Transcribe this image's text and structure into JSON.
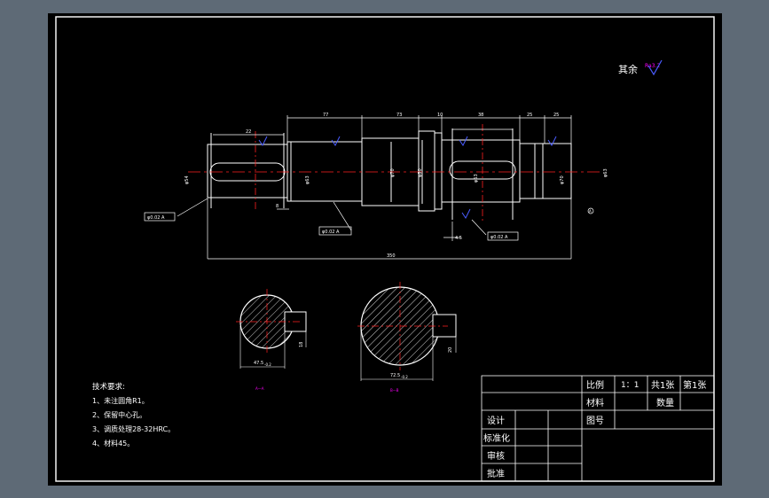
{
  "drawing": {
    "colors": {
      "background": "#000000",
      "frame": "#f2f2f2",
      "outline": "#ffffff",
      "center_line": "#ff2020",
      "dimension": "#ffffff",
      "annotation": "#ff00ff",
      "roughness_symbol": "#4a5cff",
      "frame_outer_bg": "#5e6a76"
    },
    "surface_note": {
      "label": "其余",
      "roughness": "Ra3.2"
    },
    "top_dimensions": [
      "22",
      "77",
      "73",
      "10",
      "38",
      "25",
      "25"
    ],
    "total_length": "350",
    "left_step_value": "8",
    "key_width_label": "4.5",
    "diameter_labels": [
      "φ54",
      "φ63",
      "φ70",
      "φ80",
      "φ63",
      "φ70",
      "φ63"
    ],
    "tolerance_frames": [
      "φ0.02 A",
      "φ0.02 A",
      "φ0.02 A"
    ],
    "datum_label": "A",
    "sections": [
      {
        "size": "47.5",
        "tol": "-0.2",
        "keyway": "18",
        "title": "A—A"
      },
      {
        "size": "72.5",
        "tol": "-0.2",
        "keyway": "20",
        "title": "B—B"
      }
    ],
    "tech_requirements": {
      "title": "技术要求:",
      "items": [
        "1、未注圆角R1。",
        "2、保留中心孔。",
        "3、调质处理28-32HRC。",
        "4、材料45。"
      ]
    },
    "title_block": {
      "scale_label": "比例",
      "scale_value": "1：1",
      "sheet_total": "共1张",
      "sheet_index": "第1张",
      "material_label": "材料",
      "quantity_label": "数量",
      "drawing_no_label": "图号",
      "designer_label": "设计",
      "standardization_label": "标准化",
      "reviewer_label": "审核",
      "approver_label": "批准"
    }
  }
}
